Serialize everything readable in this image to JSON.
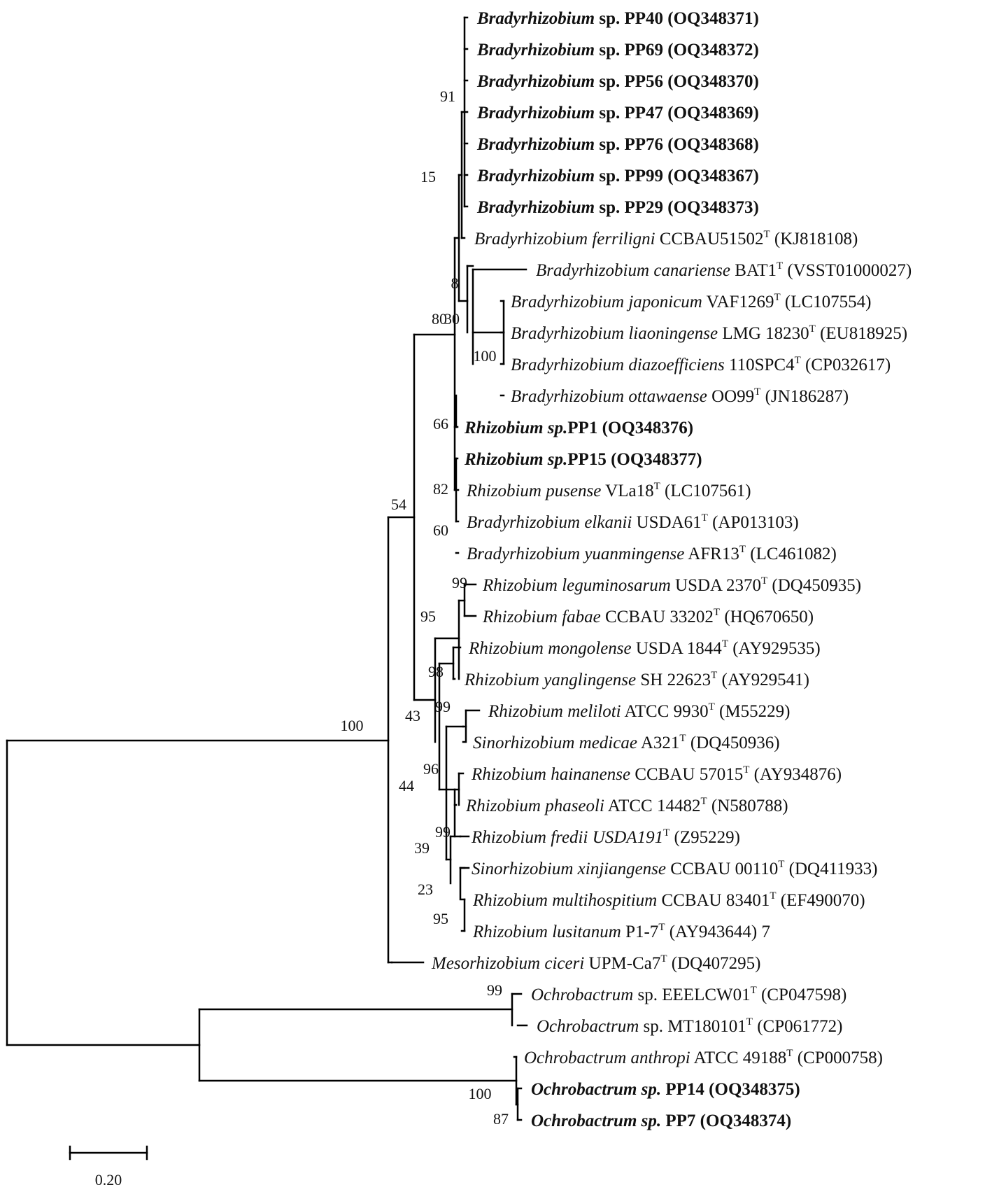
{
  "taxa": [
    {
      "genus": "Bradyrhizobium",
      "epithet": "",
      "rest": " sp. PP40 (OQ348371)",
      "type_strain": false,
      "suffix": "",
      "bold": true
    },
    {
      "genus": "Bradyrhizobium",
      "epithet": "",
      "rest": " sp. PP69 (OQ348372)",
      "type_strain": false,
      "suffix": "",
      "bold": true
    },
    {
      "genus": "Bradyrhizobium",
      "epithet": "",
      "rest": " sp. PP56 (OQ348370)",
      "type_strain": false,
      "suffix": "",
      "bold": true
    },
    {
      "genus": "Bradyrhizobium",
      "epithet": "",
      "rest": " sp. PP47 (OQ348369)",
      "type_strain": false,
      "suffix": "",
      "bold": true
    },
    {
      "genus": "Bradyrhizobium",
      "epithet": "",
      "rest": " sp. PP76 (OQ348368)",
      "type_strain": false,
      "suffix": "",
      "bold": true
    },
    {
      "genus": "Bradyrhizobium",
      "epithet": "",
      "rest": " sp. PP99 (OQ348367)",
      "type_strain": false,
      "suffix": "",
      "bold": true
    },
    {
      "genus": "Bradyrhizobium",
      "epithet": "",
      "rest": " sp. PP29 (OQ348373)",
      "type_strain": false,
      "suffix": "",
      "bold": true
    },
    {
      "genus": "Bradyrhizobium",
      "epithet": " ferriligni",
      "rest": " CCBAU51502",
      "type_strain": true,
      "suffix": " (KJ818108)",
      "bold": false
    },
    {
      "genus": "Bradyrhizobium",
      "epithet": " canariense",
      "rest": " BAT1",
      "type_strain": true,
      "suffix": " (VSST01000027)",
      "bold": false
    },
    {
      "genus": "Bradyrhizobium",
      "epithet": " japonicum",
      "rest": " VAF1269",
      "type_strain": true,
      "suffix": " (LC107554)",
      "bold": false
    },
    {
      "genus": "Bradyrhizobium",
      "epithet": " liaoningense",
      "rest": " LMG 18230",
      "type_strain": true,
      "suffix": " (EU818925)",
      "bold": false
    },
    {
      "genus": "Bradyrhizobium",
      "epithet": " diazoefficiens",
      "rest": " 110SPC4",
      "type_strain": true,
      "suffix": " (CP032617)",
      "bold": false
    },
    {
      "genus": "Bradyrhizobium",
      "epithet": " ottawaense",
      "rest": " OO99",
      "type_strain": true,
      "suffix": " (JN186287)",
      "bold": false
    },
    {
      "genus": "Rhizobium sp.",
      "epithet": "",
      "rest": "PP1 (OQ348376)",
      "type_strain": false,
      "suffix": "",
      "bold": true
    },
    {
      "genus": "Rhizobium sp.",
      "epithet": "",
      "rest": "PP15 (OQ348377)",
      "type_strain": false,
      "suffix": "",
      "bold": true
    },
    {
      "genus": "Rhizobium",
      "epithet": " pusense",
      "rest": " VLa18",
      "type_strain": true,
      "suffix": " (LC107561)",
      "bold": false
    },
    {
      "genus": "Bradyrhizobium",
      "epithet": " elkanii",
      "rest": " USDA61",
      "type_strain": true,
      "suffix": " (AP013103)",
      "bold": false
    },
    {
      "genus": "Bradyrhizobium",
      "epithet": " yuanmingense",
      "rest": " AFR13",
      "type_strain": true,
      "suffix": " (LC461082)",
      "bold": false
    },
    {
      "genus": "Rhizobium",
      "epithet": " leguminosarum",
      "rest": " USDA 2370",
      "type_strain": true,
      "suffix": " (DQ450935)",
      "bold": false
    },
    {
      "genus": "Rhizobium",
      "epithet": " fabae",
      "rest": " CCBAU 33202",
      "type_strain": true,
      "suffix": " (HQ670650)",
      "bold": false
    },
    {
      "genus": "Rhizobium",
      "epithet": " mongolense",
      "rest": " USDA 1844",
      "type_strain": true,
      "suffix": " (AY929535)",
      "bold": false
    },
    {
      "genus": "Rhizobium",
      "epithet": " yanglingense",
      "rest": " SH 22623",
      "type_strain": true,
      "suffix": " (AY929541)",
      "bold": false
    },
    {
      "genus": "Rhizobium",
      "epithet": " meliloti",
      "rest": " ATCC 9930",
      "type_strain": true,
      "suffix": " (M55229)",
      "bold": false
    },
    {
      "genus": "Sinorhizobium",
      "epithet": " medicae",
      "rest": " A321",
      "type_strain": true,
      "suffix": " (DQ450936)",
      "bold": false
    },
    {
      "genus": "Rhizobium",
      "epithet": " hainanense",
      "rest": " CCBAU 57015",
      "type_strain": true,
      "suffix": " (AY934876)",
      "bold": false
    },
    {
      "genus": "Rhizobium",
      "epithet": " phaseoli",
      "rest": " ATCC 14482",
      "type_strain": true,
      "suffix": " (N580788)",
      "bold": false
    },
    {
      "genus": "Rhizobium",
      "epithet": " fredii USDA191",
      "rest": "",
      "type_strain": true,
      "suffix": " (Z95229)",
      "bold": false
    },
    {
      "genus": "Sinorhizobium",
      "epithet": " xinjiangense",
      "rest": " CCBAU 00110",
      "type_strain": true,
      "suffix": " (DQ411933)",
      "bold": false
    },
    {
      "genus": "Rhizobium",
      "epithet": " multihospitium",
      "rest": " CCBAU 83401",
      "type_strain": true,
      "suffix": " (EF490070)",
      "bold": false
    },
    {
      "genus": "Rhizobium",
      "epithet": " lusitanum",
      "rest": " P1-7",
      "type_strain": true,
      "suffix": " (AY943644) 7",
      "bold": false
    },
    {
      "genus": "Mesorhizobium",
      "epithet": " ciceri",
      "rest": " UPM-Ca7",
      "type_strain": true,
      "suffix": " (DQ407295)",
      "bold": false
    },
    {
      "genus": "Ochrobactrum",
      "epithet": "",
      "rest": " sp. EEELCW01",
      "type_strain": true,
      "suffix": " (CP047598)",
      "bold": false
    },
    {
      "genus": "Ochrobactrum",
      "epithet": "",
      "rest": " sp. MT180101",
      "type_strain": true,
      "suffix": " (CP061772)",
      "bold": false
    },
    {
      "genus": "Ochrobactrum",
      "epithet": " anthropi",
      "rest": " ATCC 49188",
      "type_strain": true,
      "suffix": " (CP000758)",
      "bold": false
    },
    {
      "genus": "Ochrobactrum sp.",
      "epithet": "",
      "rest": " PP14 (OQ348375)",
      "type_strain": false,
      "suffix": "",
      "bold": true
    },
    {
      "genus": "Ochrobactrum sp.",
      "epithet": "",
      "rest": " PP7 (OQ348374)",
      "type_strain": false,
      "suffix": "",
      "bold": true
    }
  ],
  "type_mark": "T",
  "support_values": [
    "91",
    "15",
    "8",
    "80",
    "30",
    "100",
    "66",
    "82",
    "60",
    "54",
    "99",
    "95",
    "98",
    "43",
    "99",
    "96",
    "44",
    "99",
    "39",
    "23",
    "95",
    "100",
    "99",
    "100",
    "87"
  ],
  "scale_bar": {
    "label": "0.20",
    "value": 0.2
  }
}
